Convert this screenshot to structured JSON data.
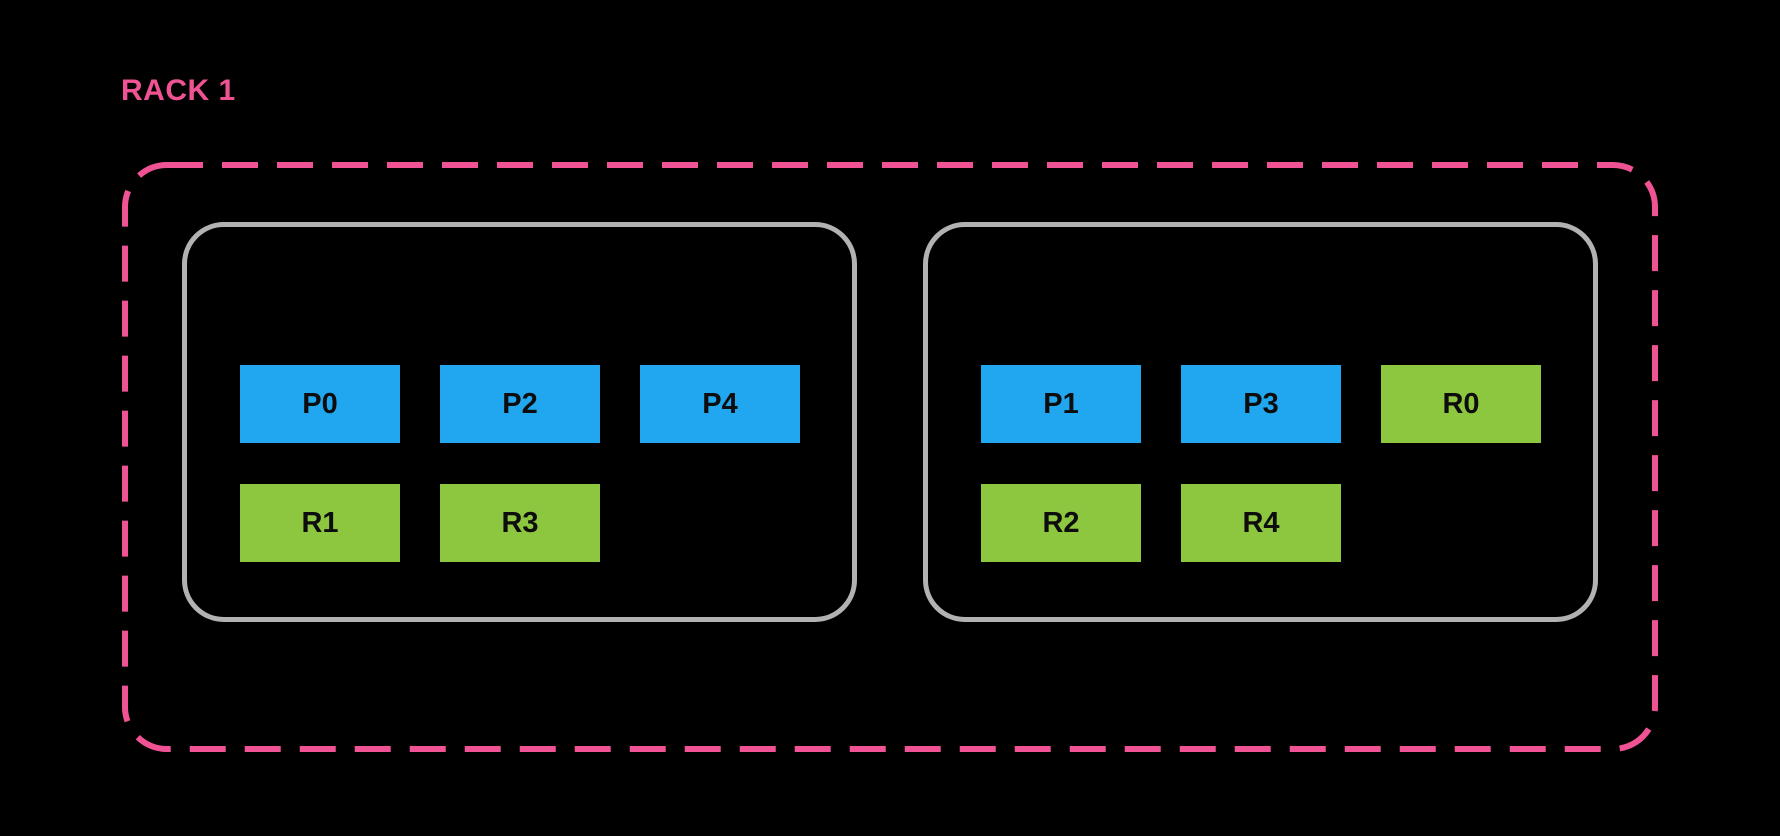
{
  "rack": {
    "label": "RACK 1",
    "nodes": [
      {
        "boxes": [
          {
            "label": "P0",
            "type": "primary"
          },
          {
            "label": "P2",
            "type": "primary"
          },
          {
            "label": "P4",
            "type": "primary"
          },
          {
            "label": "R1",
            "type": "replica"
          },
          {
            "label": "R3",
            "type": "replica"
          }
        ]
      },
      {
        "boxes": [
          {
            "label": "P1",
            "type": "primary"
          },
          {
            "label": "P3",
            "type": "primary"
          },
          {
            "label": "R0",
            "type": "replica"
          },
          {
            "label": "R2",
            "type": "replica"
          },
          {
            "label": "R4",
            "type": "replica"
          }
        ]
      }
    ]
  },
  "colors": {
    "background": "#000000",
    "rack_border": "#EF5394",
    "rack_label": "#EF5394",
    "node_border": "#B2B2B2",
    "primary_box": "#21A7F0",
    "replica_box": "#8DC63F",
    "box_text": "#0D0D0D"
  }
}
